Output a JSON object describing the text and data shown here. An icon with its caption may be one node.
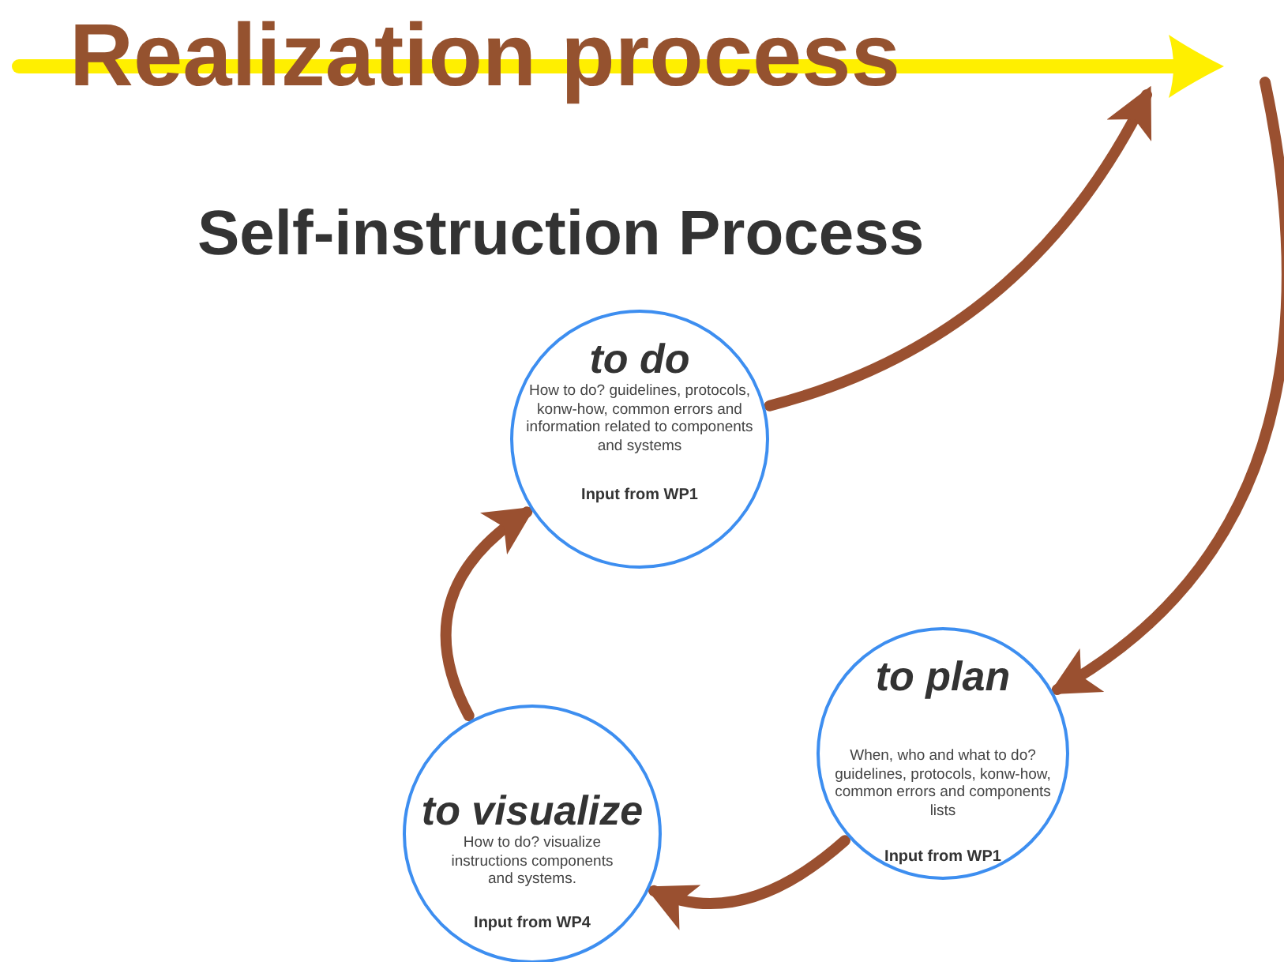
{
  "diagram": {
    "title": "Realization process",
    "nodes": [
      {
        "text": [
          "to do",
          "How to do? guidelines, protocols, konw-how, common errors and information related to components and systems",
          "Input from WP1"
        ]
      },
      {
        "text": [
          "to plan",
          "When, who and what to do? guidelines, protocols, konw-how, common errors and components lists",
          "Input from WP1"
        ]
      },
      {
        "text": [
          "to visualize",
          "How to do? visualize instructions components and systems.",
          "Input from WP4"
        ]
      }
    ],
    "edges": [
      {
        "from": 0,
        "to": null,
        "arrow": "to"
      },
      {
        "from": null,
        "to": 1,
        "arrow": "to"
      },
      {
        "from": 1,
        "to": 2,
        "arrow": "to"
      },
      {
        "from": 2,
        "to": 0,
        "arrow": "to"
      }
    ],
    "labels": [
      "Self-instruction Process"
    ]
  }
}
